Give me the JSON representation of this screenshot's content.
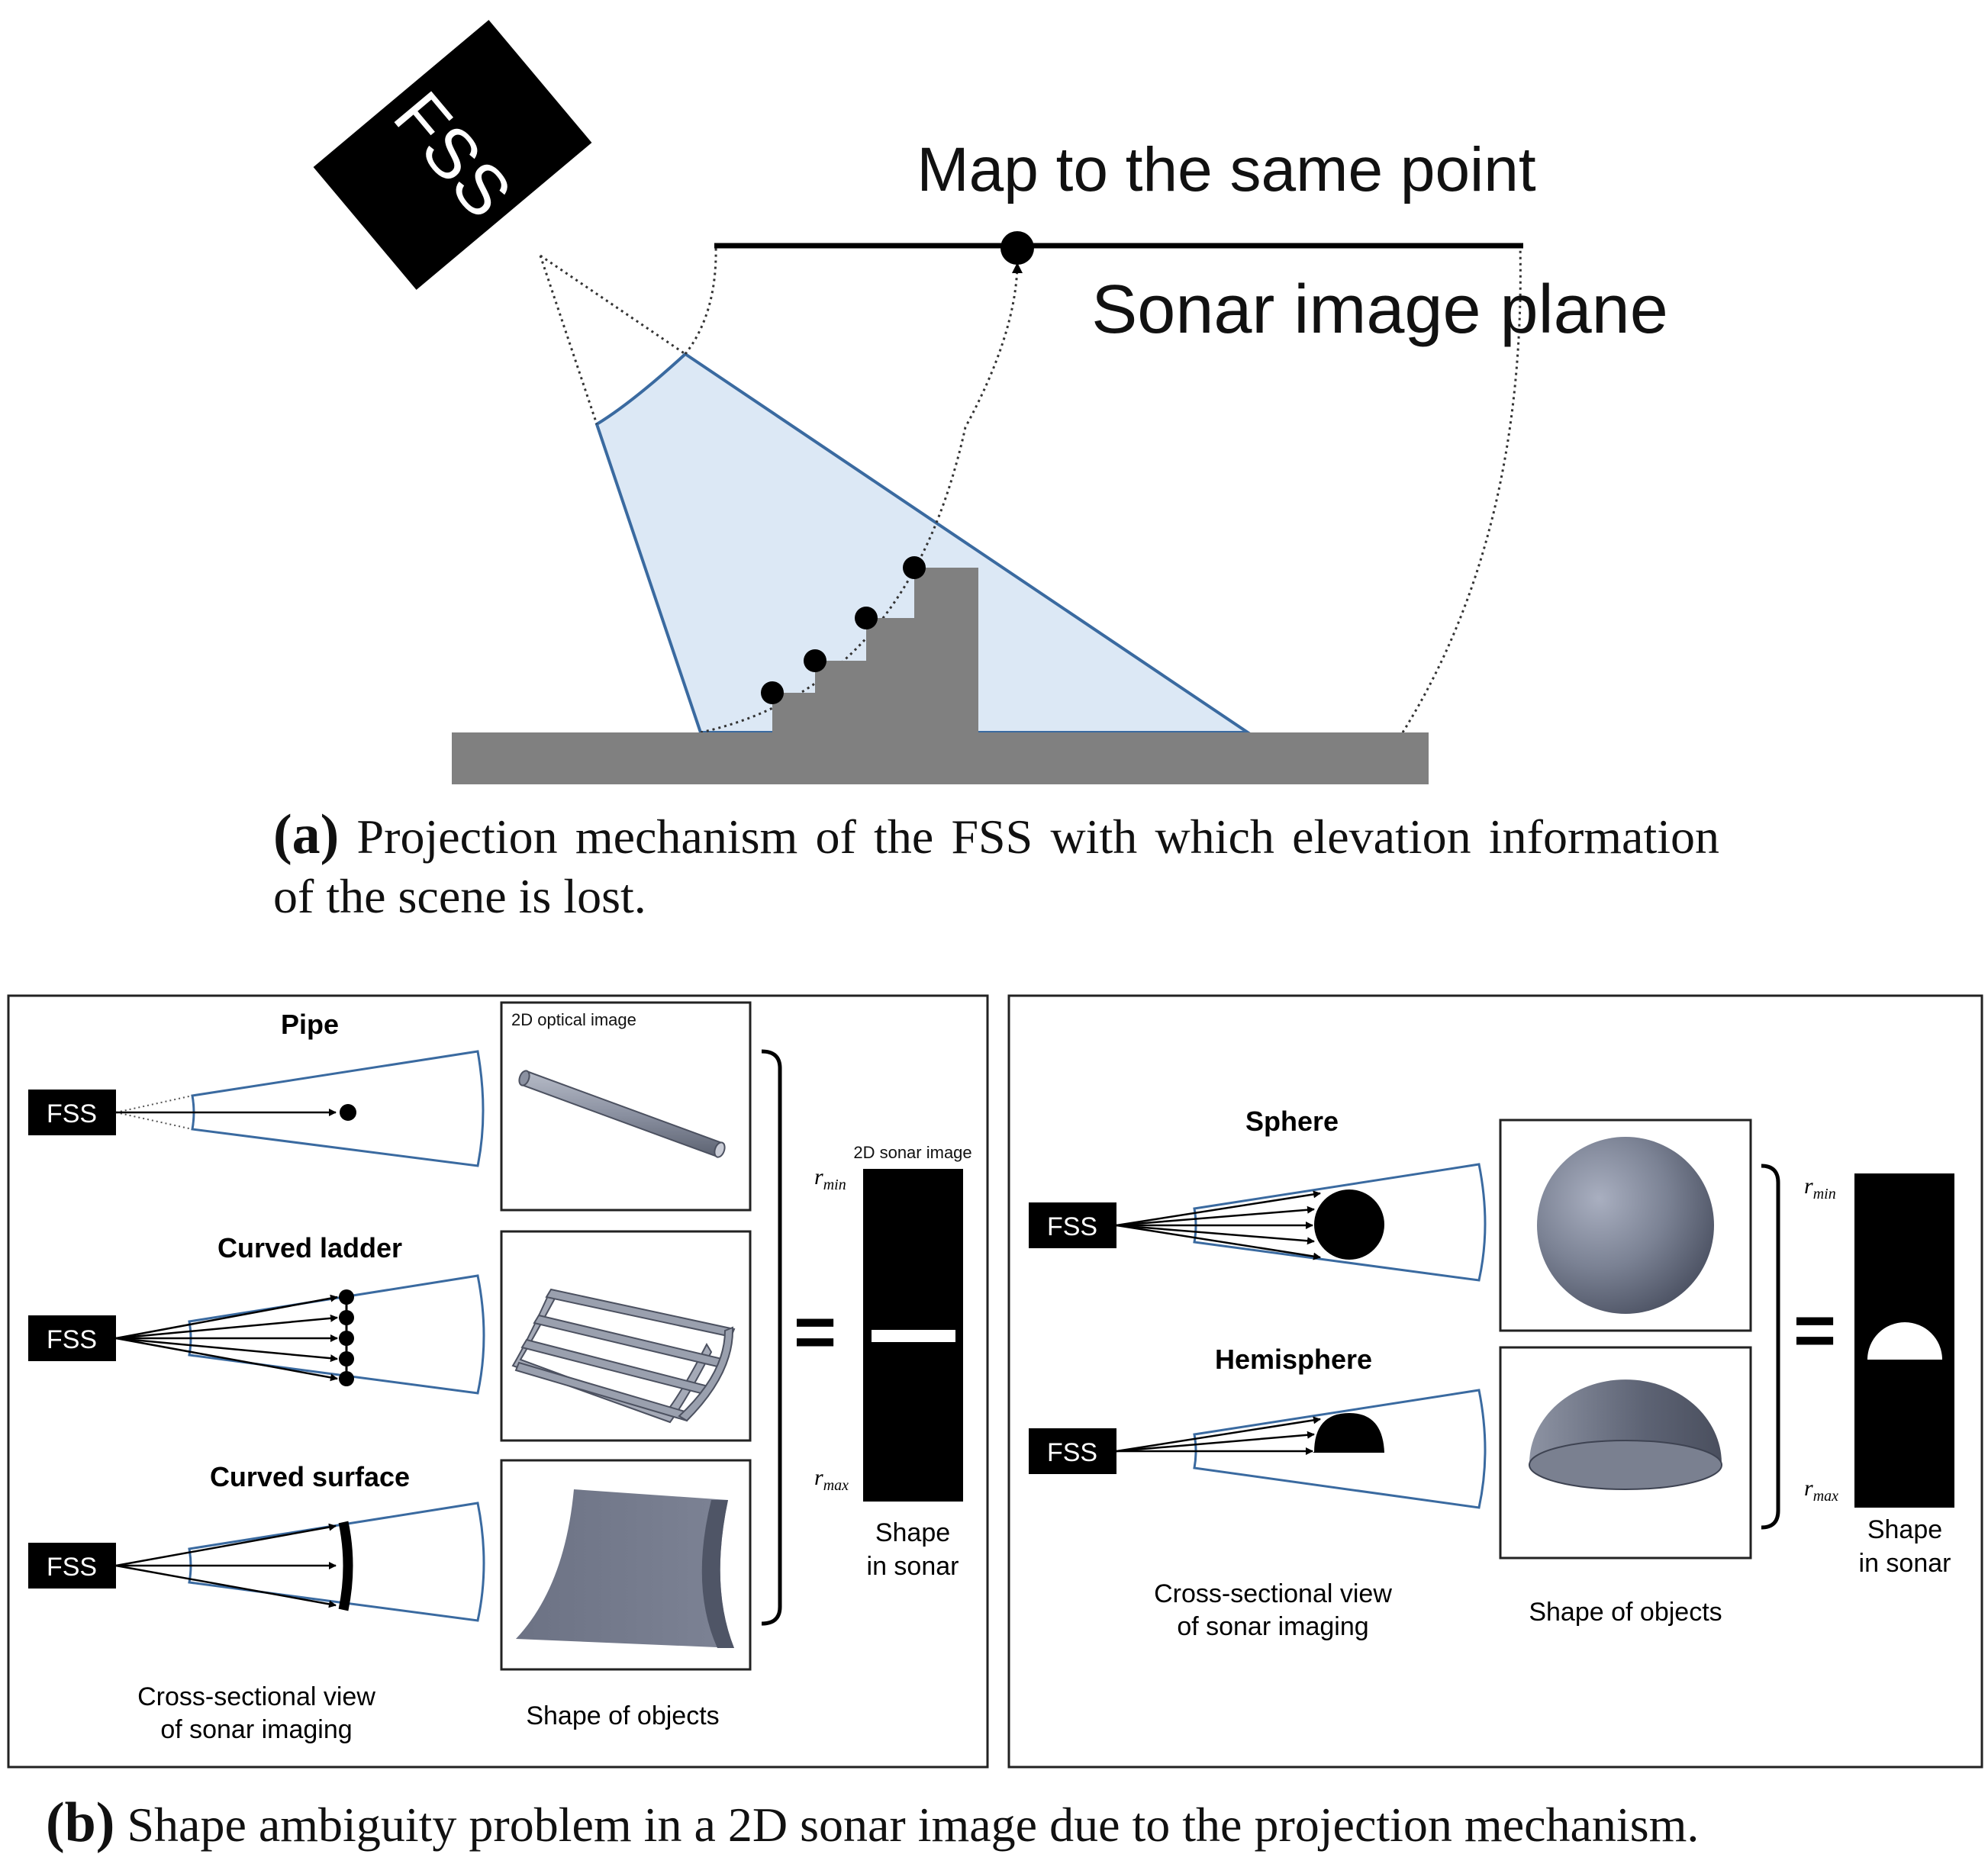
{
  "panel_a": {
    "sensor_label": "FSS",
    "map_label": "Map to the same point",
    "plane_label": "Sonar image plane",
    "caption_label": "(a)",
    "caption_text": "Projection mechanism of the FSS with which elevation information of the scene is lost."
  },
  "panel_b": {
    "caption_label": "(b)",
    "caption_text": "Shape ambiguity problem in a 2D sonar image due to the projection mechanism.",
    "left": {
      "sensor_label": "FSS",
      "pipe_title": "Pipe",
      "ladder_title": "Curved ladder",
      "surface_title": "Curved surface",
      "optical_image_label": "2D optical image",
      "sonar_image_label": "2D sonar image",
      "r_min": "r",
      "r_min_sub": "min",
      "r_max": "r",
      "r_max_sub": "max",
      "equals": "=",
      "cross_section_line1": "Cross-sectional view",
      "cross_section_line2": "of sonar imaging",
      "shape_objects": "Shape of objects",
      "shape_sonar_line1": "Shape",
      "shape_sonar_line2": "in sonar"
    },
    "right": {
      "sensor_label": "FSS",
      "sphere_title": "Sphere",
      "hemisphere_title": "Hemisphere",
      "r_min": "r",
      "r_min_sub": "min",
      "r_max": "r",
      "r_max_sub": "max",
      "equals": "=",
      "cross_section_line1": "Cross-sectional view",
      "cross_section_line2": "of sonar imaging",
      "shape_objects": "Shape of objects",
      "shape_sonar_line1": "Shape",
      "shape_sonar_line2": "in sonar"
    }
  },
  "colors": {
    "beam_fill": "#dce8f5",
    "beam_edge": "#3a6aa0",
    "ground": "#808080",
    "object_gray": "#6f7685"
  }
}
